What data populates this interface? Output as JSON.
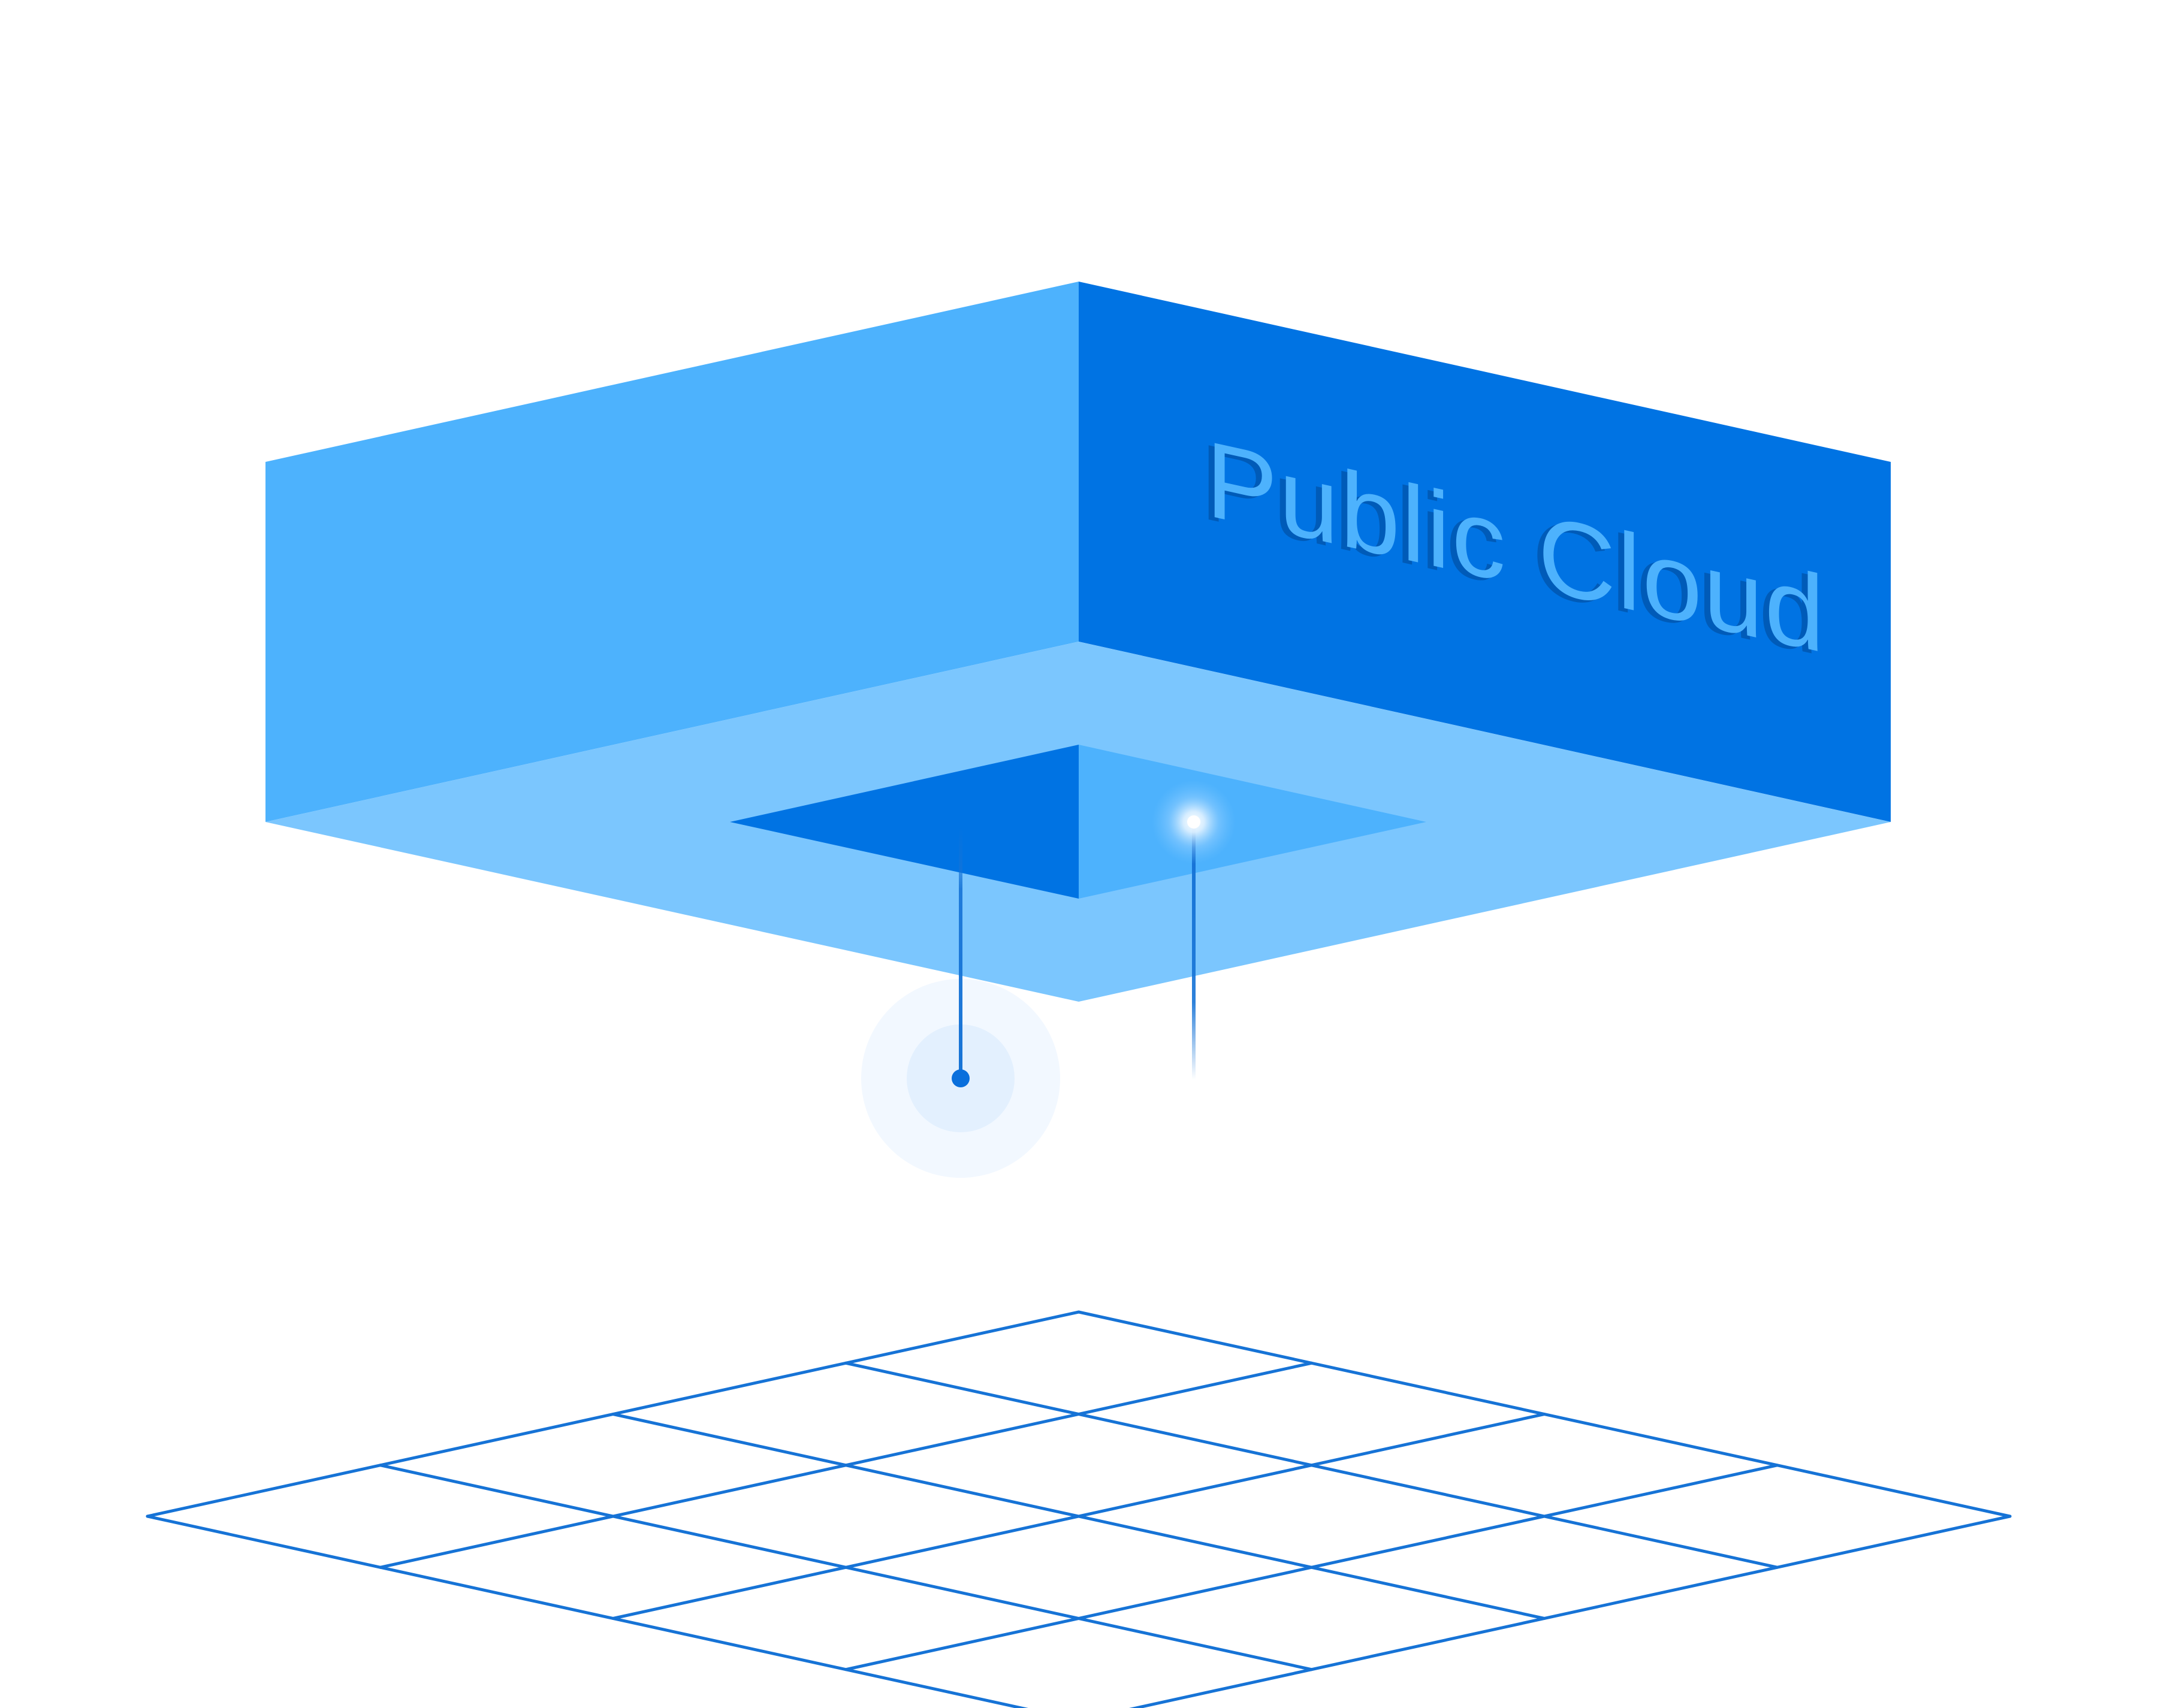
{
  "diagram": {
    "cloud_label": "Public Cloud",
    "colors": {
      "background": "#FFFFFF",
      "box_left_face": "#4DB2FD",
      "box_right_face": "#0073E3",
      "box_bottom_face": "#7BC6FE",
      "hole_dark": "#0073E3",
      "hole_light": "#4DB2FD",
      "label_fill": "#4DB2FD",
      "label_shadow": "#005BB8",
      "grid_stroke": "#1673D6",
      "connector": "#1673D6",
      "halo_outer": "#F2F8FF",
      "halo_inner": "#E3F0FE",
      "node_dot": "#0A6FDC",
      "glow_core": "#FFFFFF"
    },
    "grid": {
      "rows": 4,
      "columns": 4
    },
    "connectors": [
      {
        "name": "left-connector",
        "end": "node-dot"
      },
      {
        "name": "right-connector",
        "end": "glow-light"
      }
    ]
  }
}
